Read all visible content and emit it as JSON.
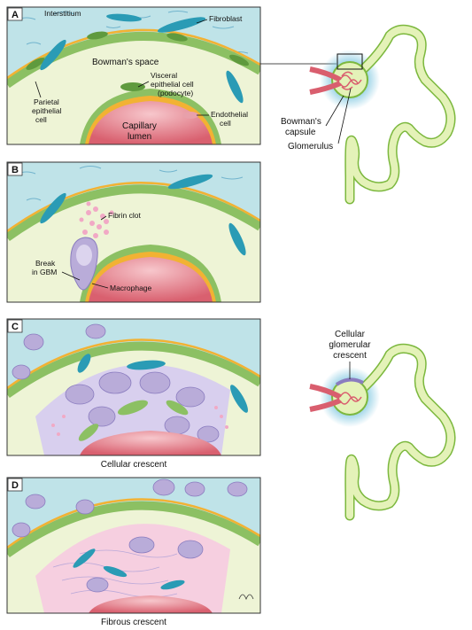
{
  "panels": [
    {
      "id": "A",
      "caption": ""
    },
    {
      "id": "B",
      "caption": ""
    },
    {
      "id": "C",
      "caption": "Cellular crescent"
    },
    {
      "id": "D",
      "caption": "Fibrous crescent"
    }
  ],
  "labels": {
    "interstitium": "Interstitium",
    "fibroblast": "Fibroblast",
    "bowmans_space": "Bowman's space",
    "visceral_1": "Visceral",
    "visceral_2": "epithelial cell",
    "visceral_3": "(podocyte)",
    "parietal_1": "Parietal",
    "parietal_2": "epithelial",
    "parietal_3": "cell",
    "endothelial_1": "Endothelial",
    "endothelial_2": "cell",
    "capillary_1": "Capillary",
    "capillary_2": "lumen",
    "fibrin_clot": "Fibrin clot",
    "break_1": "Break",
    "break_2": "in GBM",
    "macrophage": "Macrophage",
    "bowmans_capsule_1": "Bowman's",
    "bowmans_capsule_2": "capsule",
    "glomerulus": "Glomerulus",
    "cellular_crescent_1": "Cellular",
    "cellular_crescent_2": "glomerular",
    "cellular_crescent_3": "crescent"
  },
  "colors": {
    "interstitium": "#bfe3e8",
    "bowmans_space": "#eef4d6",
    "basement_membrane": "#f2b233",
    "parietal_cell": "#8cc063",
    "fibroblast": "#2a9bb5",
    "capillary": "#e07a86",
    "macrophage": "#b9acd9",
    "fibrin": "#f1a9c5",
    "nephron_tubule": "#e4f2b8",
    "nephron_outline": "#7cb83e"
  }
}
